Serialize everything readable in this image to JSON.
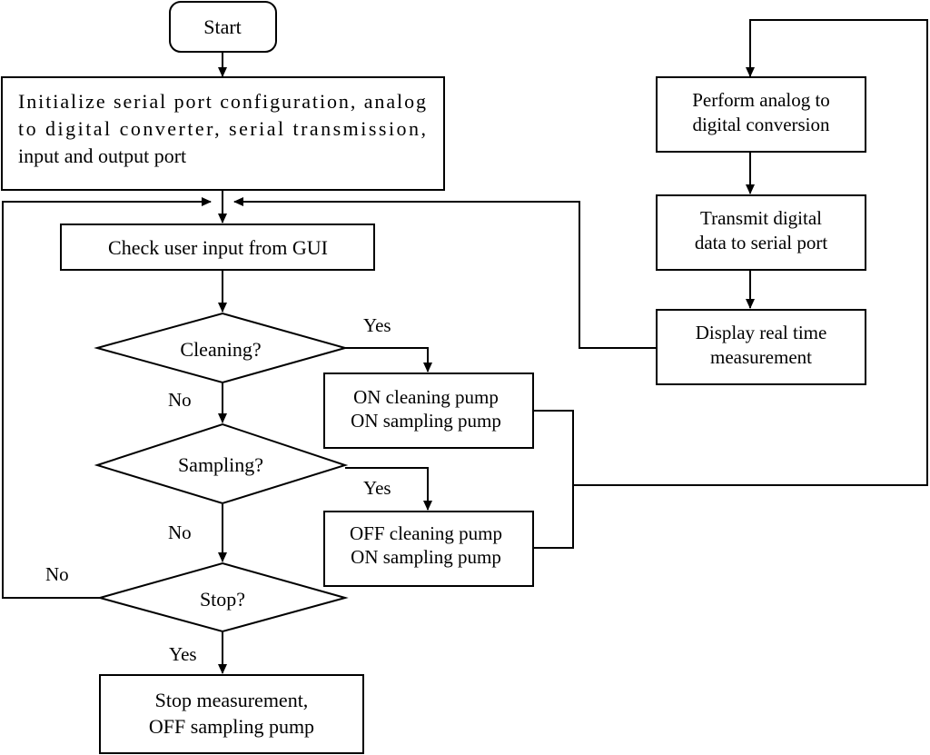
{
  "nodes": {
    "start": "Start",
    "init": [
      "Initialize serial port configuration, analog",
      "to digital converter, serial transmission,",
      "input and output port"
    ],
    "check": "Check user input from GUI",
    "cleaning": "Cleaning?",
    "sampling": "Sampling?",
    "stop": "Stop?",
    "on_clean": [
      "ON cleaning pump",
      "ON sampling pump"
    ],
    "off_clean": [
      "OFF cleaning pump",
      "ON sampling pump"
    ],
    "stop_meas": [
      "Stop measurement,",
      "OFF sampling pump"
    ],
    "adc": [
      "Perform analog to",
      "digital conversion"
    ],
    "transmit": [
      "Transmit digital",
      "data to serial port"
    ],
    "display": [
      "Display real time",
      "measurement"
    ]
  },
  "edge_labels": {
    "cleaning_yes": "Yes",
    "cleaning_no": "No",
    "sampling_yes": "Yes",
    "sampling_no": "No",
    "stop_no": "No",
    "stop_yes": "Yes"
  },
  "colors": {
    "line": "#000000",
    "fill": "#ffffff"
  }
}
